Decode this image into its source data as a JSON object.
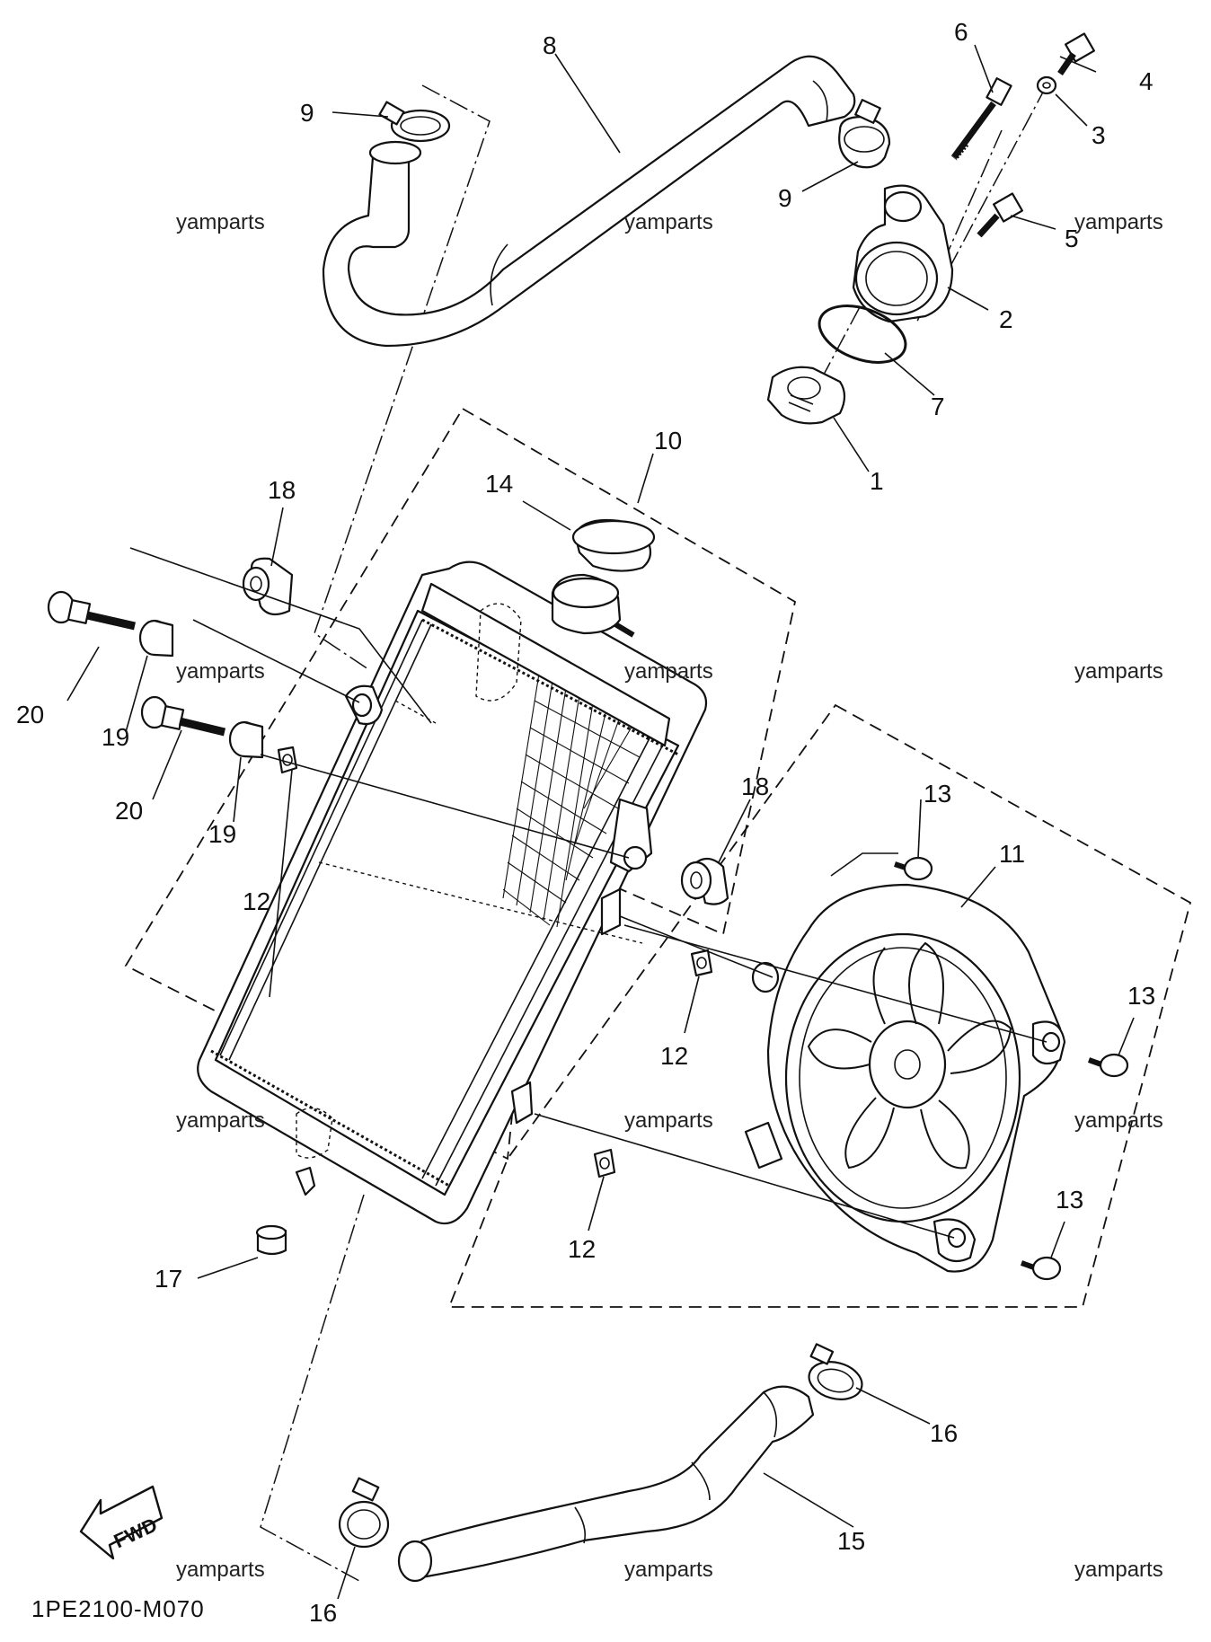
{
  "diagram": {
    "code": "1PE2100-M070",
    "fwd_label": "FWD",
    "watermark": "yamparts",
    "callouts": [
      {
        "id": "c1",
        "text": "1"
      },
      {
        "id": "c2",
        "text": "2"
      },
      {
        "id": "c3",
        "text": "3"
      },
      {
        "id": "c4",
        "text": "4"
      },
      {
        "id": "c5",
        "text": "5"
      },
      {
        "id": "c6",
        "text": "6"
      },
      {
        "id": "c7",
        "text": "7"
      },
      {
        "id": "c8",
        "text": "8"
      },
      {
        "id": "c9a",
        "text": "9"
      },
      {
        "id": "c9b",
        "text": "9"
      },
      {
        "id": "c10",
        "text": "10"
      },
      {
        "id": "c11",
        "text": "11"
      },
      {
        "id": "c12a",
        "text": "12"
      },
      {
        "id": "c12b",
        "text": "12"
      },
      {
        "id": "c12c",
        "text": "12"
      },
      {
        "id": "c13a",
        "text": "13"
      },
      {
        "id": "c13b",
        "text": "13"
      },
      {
        "id": "c13c",
        "text": "13"
      },
      {
        "id": "c14",
        "text": "14"
      },
      {
        "id": "c15",
        "text": "15"
      },
      {
        "id": "c16a",
        "text": "16"
      },
      {
        "id": "c16b",
        "text": "16"
      },
      {
        "id": "c17",
        "text": "17"
      },
      {
        "id": "c18a",
        "text": "18"
      },
      {
        "id": "c18b",
        "text": "18"
      },
      {
        "id": "c19a",
        "text": "19"
      },
      {
        "id": "c19b",
        "text": "19"
      },
      {
        "id": "c20a",
        "text": "20"
      },
      {
        "id": "c20b",
        "text": "20"
      }
    ]
  }
}
